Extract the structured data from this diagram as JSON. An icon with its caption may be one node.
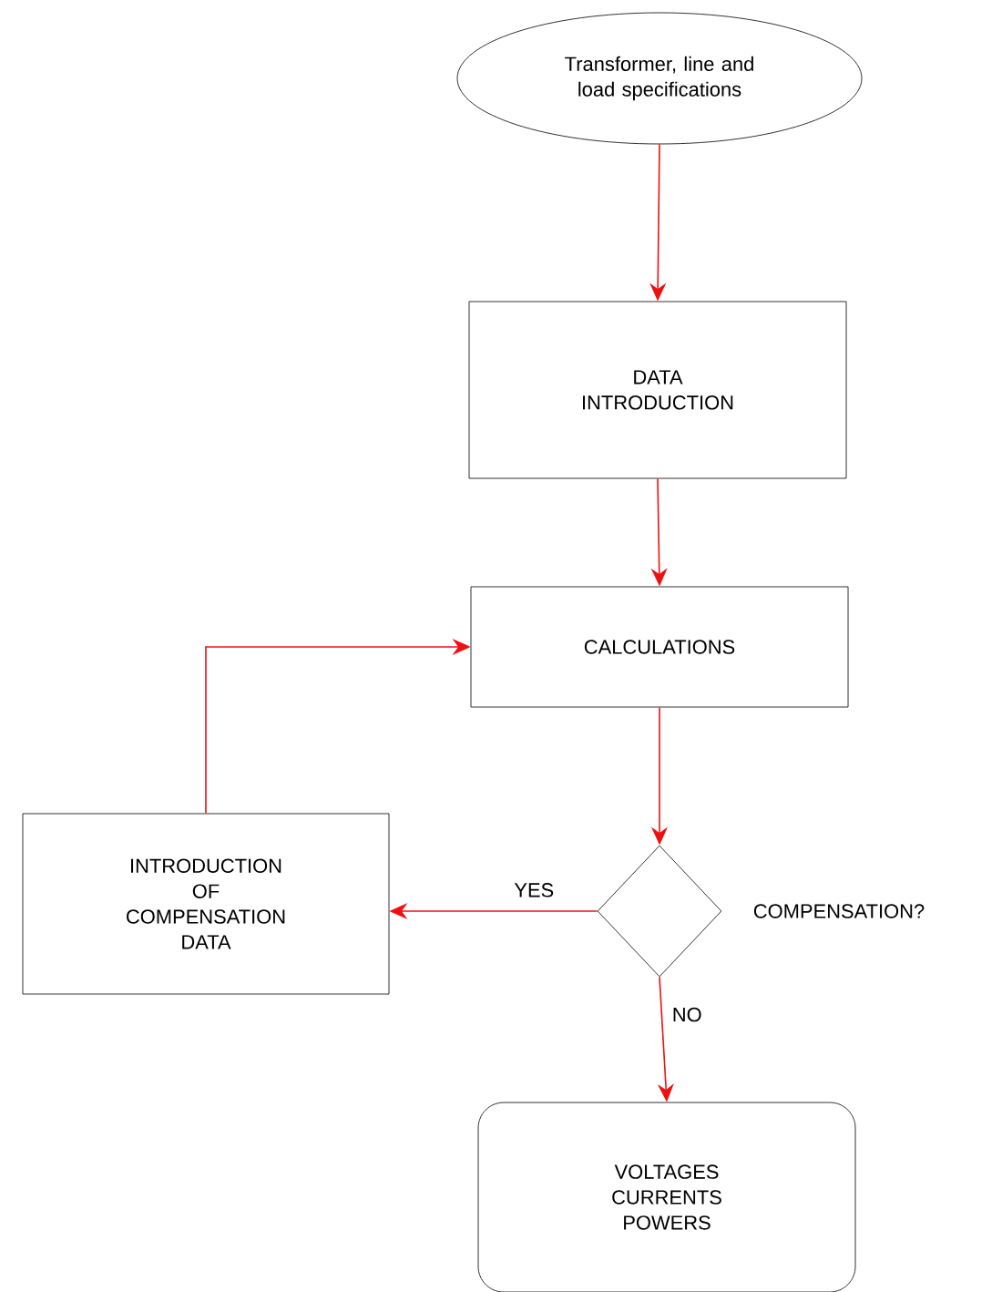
{
  "diagram": {
    "nodes": [
      {
        "text": [
          "Transformer, line and load specifications"
        ]
      },
      {
        "text": [
          "DATA INTRODUCTION"
        ]
      },
      {
        "text": [
          "CALCULATIONS"
        ]
      },
      {
        "text": [],
        "shape": "diamond",
        "beside": [
          "COMPENSATION?"
        ]
      },
      {
        "text": [
          "INTRODUCTION OF COMPENSATION DATA"
        ]
      },
      {
        "text": [
          "VOLTAGES CURRENTS POWERS"
        ]
      }
    ],
    "edges": [
      {
        "from": 0,
        "to": 1,
        "arrow": "to"
      },
      {
        "from": 1,
        "to": 2,
        "arrow": "to"
      },
      {
        "from": 2,
        "to": 3,
        "arrow": "to"
      },
      {
        "from": 3,
        "to": 4,
        "arrow": "to",
        "label": "YES"
      },
      {
        "from": 3,
        "to": 5,
        "arrow": "to",
        "label": "NO"
      },
      {
        "from": 4,
        "to": 2,
        "arrow": "to"
      }
    ]
  }
}
